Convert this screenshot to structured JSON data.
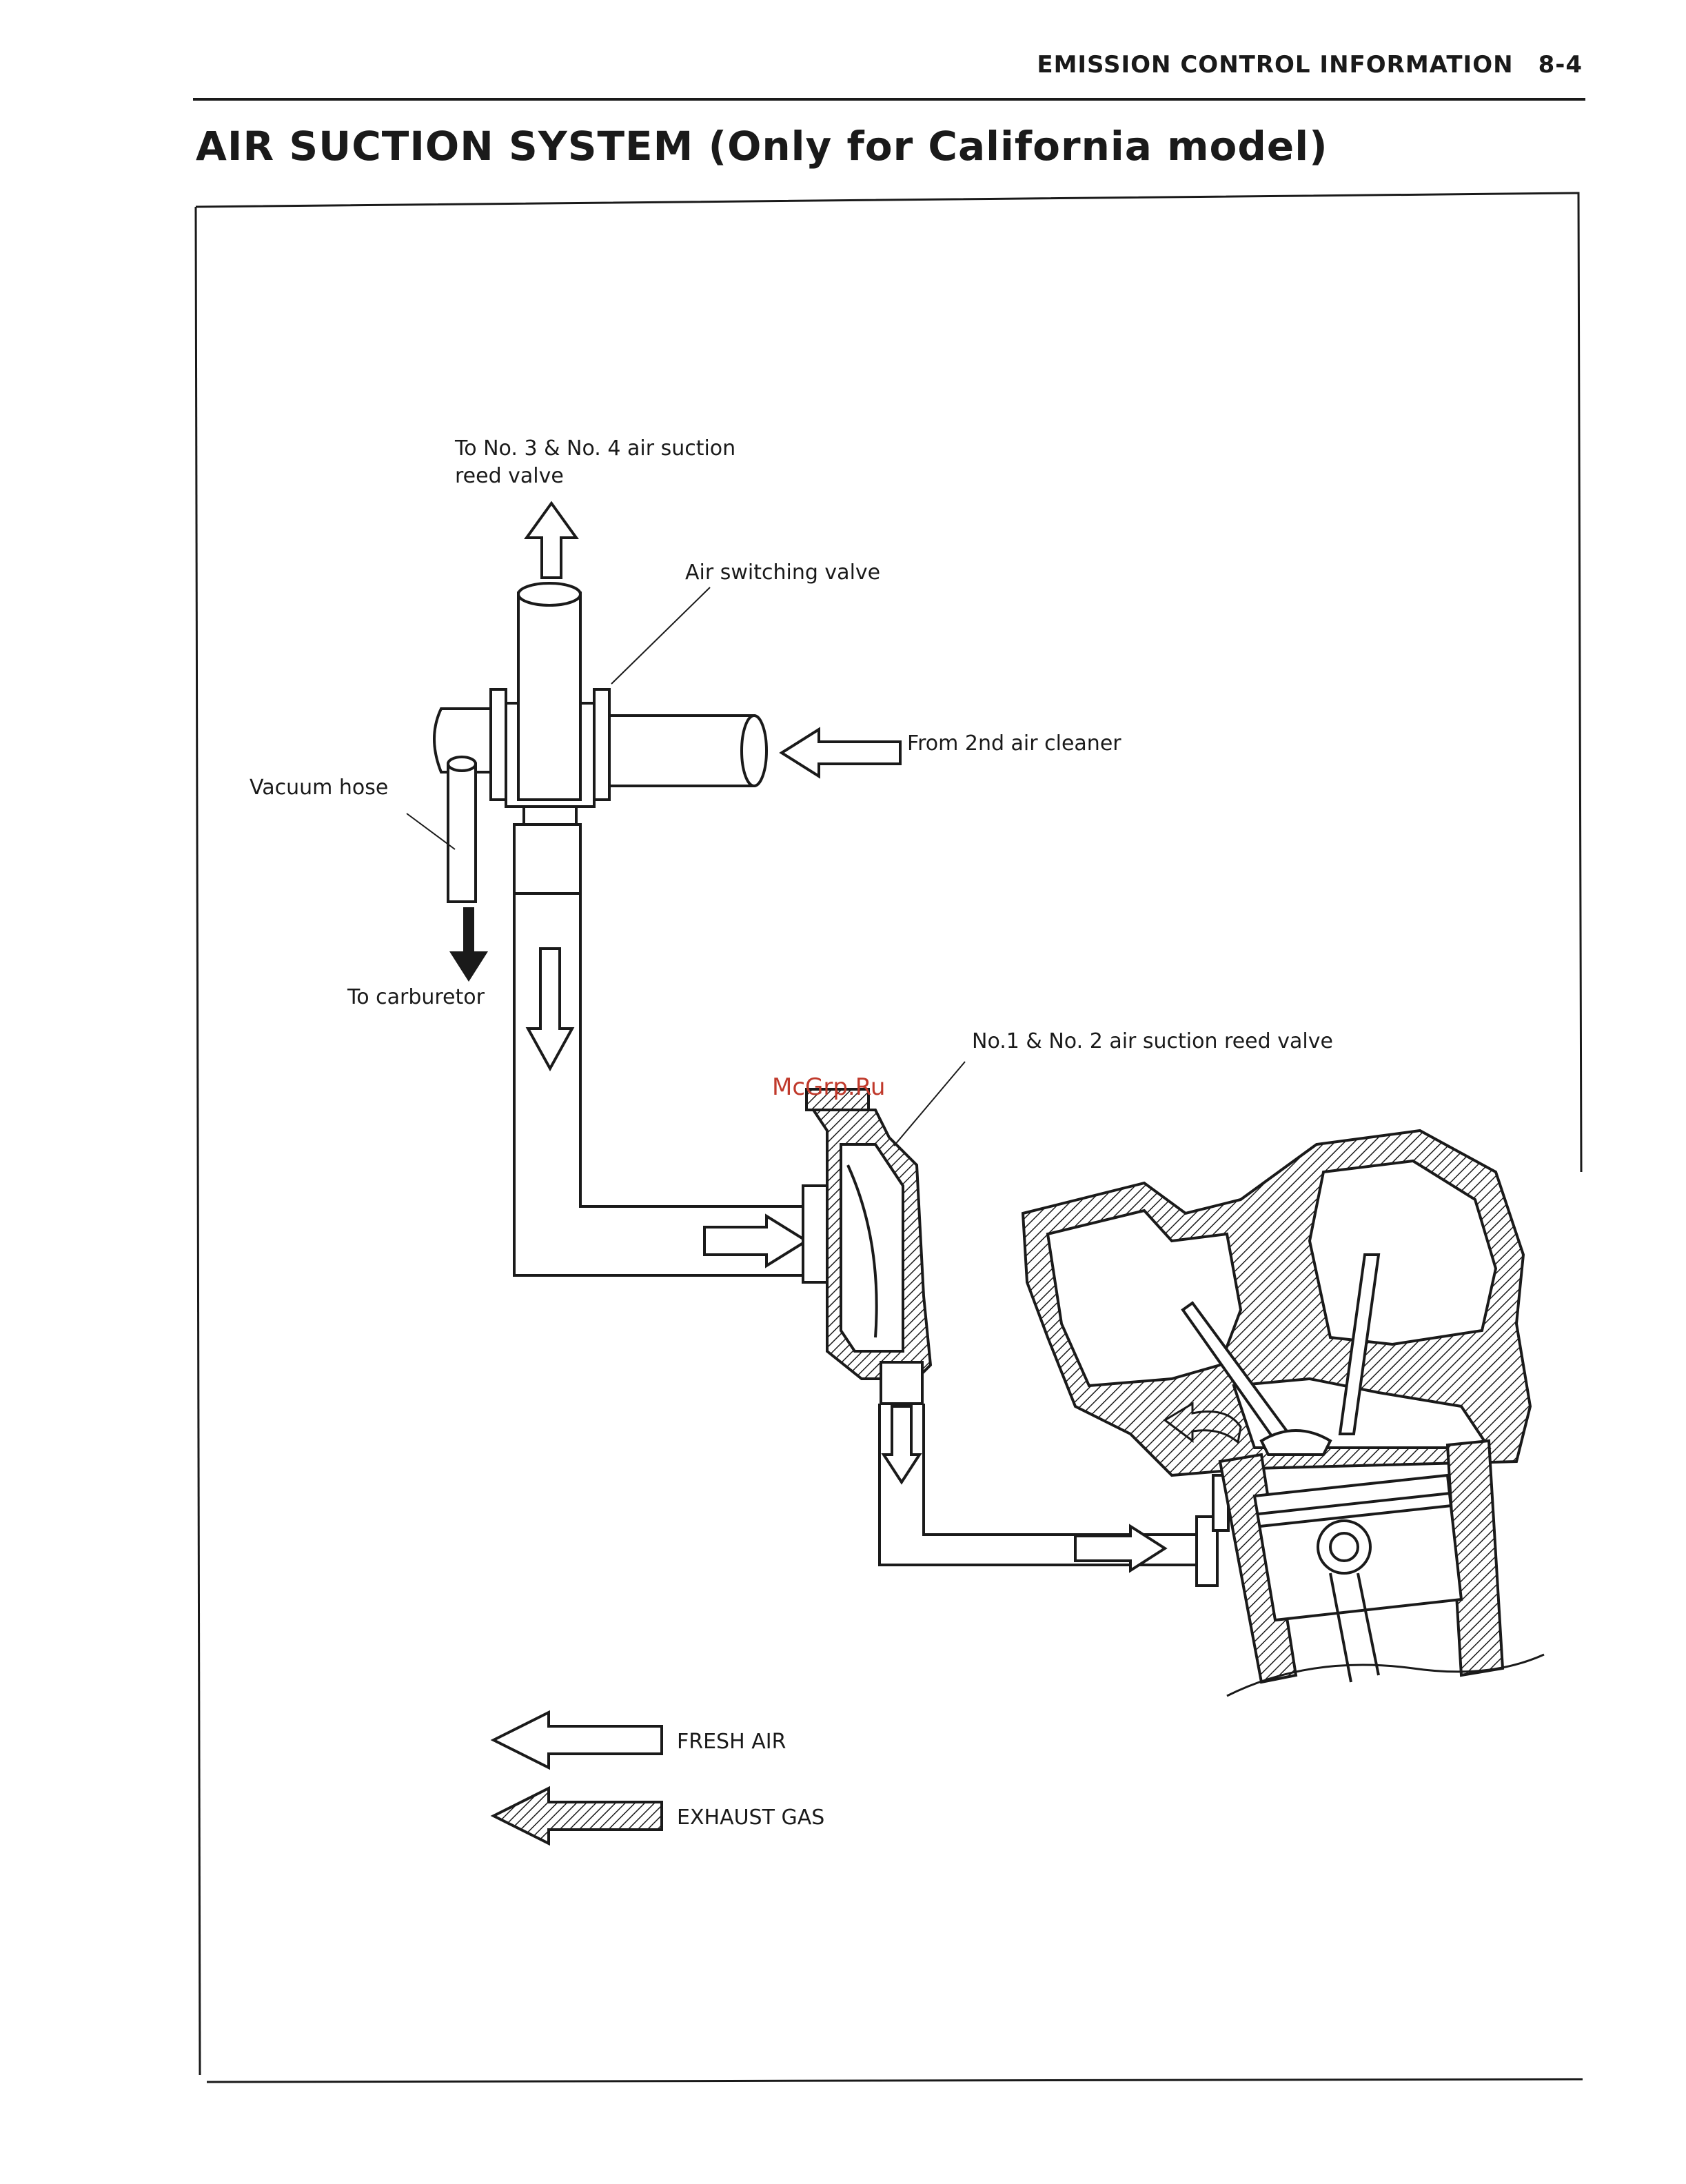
{
  "header": {
    "section": "EMISSION CONTROL INFORMATION",
    "page": "8-4"
  },
  "title": "AIR SUCTION SYSTEM (Only for California model)",
  "labels": {
    "to_reed_34_line1": "To No. 3 & No. 4 air suction",
    "to_reed_34_line2": "reed valve",
    "air_switching_valve": "Air switching valve",
    "from_air_cleaner": "From 2nd air cleaner",
    "vacuum_hose": "Vacuum hose",
    "to_carburetor": "To carburetor",
    "reed_valve_12": "No.1 & No. 2 air suction reed valve"
  },
  "watermark": "McGrp.Ru",
  "legend": [
    {
      "label": "FRESH AIR",
      "style": "outline"
    },
    {
      "label": "EXHAUST GAS",
      "style": "hatched"
    }
  ],
  "colors": {
    "ink": "#1a1a1a",
    "watermark": "#c0392b"
  }
}
